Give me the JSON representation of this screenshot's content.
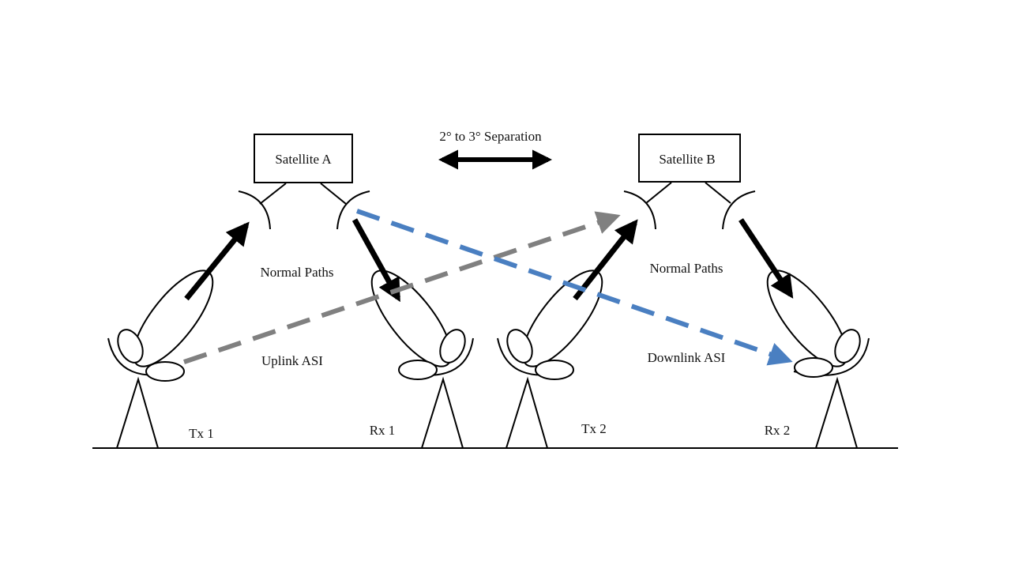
{
  "separation_label": "2° to 3° Separation",
  "satellites": [
    {
      "id": "a",
      "label": "Satellite A"
    },
    {
      "id": "b",
      "label": "Satellite B"
    }
  ],
  "path_labels": {
    "normal_paths_left": "Normal Paths",
    "normal_paths_right": "Normal Paths",
    "uplink_asi": "Uplink ASI",
    "downlink_asi": "Downlink ASI"
  },
  "stations": {
    "tx1": "Tx 1",
    "rx1": "Rx 1",
    "tx2": "Tx 2",
    "rx2": "Rx 2"
  },
  "colors": {
    "normal_path": "#000000",
    "uplink_asi": "#808080",
    "downlink_asi": "#4a7fc1"
  }
}
